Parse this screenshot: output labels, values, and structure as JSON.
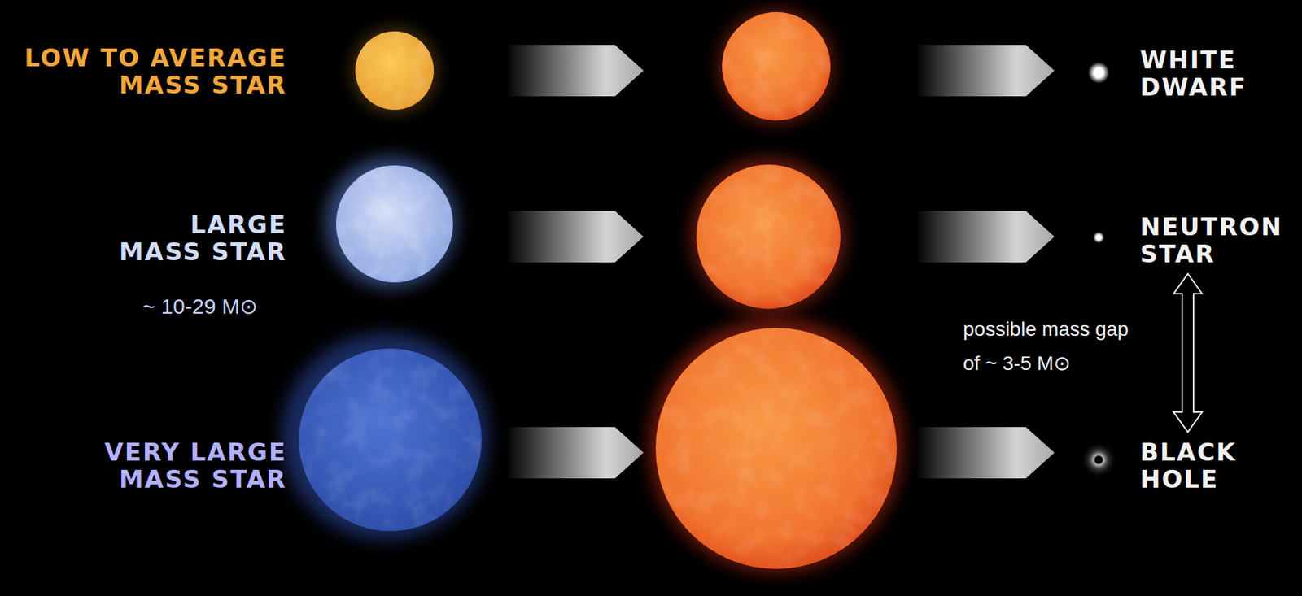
{
  "diagram": {
    "nodes": [
      {
        "text": [
          "LOW TO AVERAGE MASS STAR"
        ]
      },
      {
        "text": [
          "WHITE DWARF"
        ]
      },
      {
        "text": [
          "LARGE MASS STAR"
        ]
      },
      {
        "text": [
          "NEUTRON STAR"
        ]
      },
      {
        "text": [
          "VERY LARGE MASS STAR"
        ]
      },
      {
        "text": [
          "BLACK HOLE"
        ]
      }
    ],
    "edges": [
      {
        "from": 3,
        "to": 5,
        "arrow": "both",
        "label": "possible mass gap of ~ 3-5 M⊙"
      }
    ],
    "labels": [
      "~ 10-29 M⊙"
    ]
  }
}
